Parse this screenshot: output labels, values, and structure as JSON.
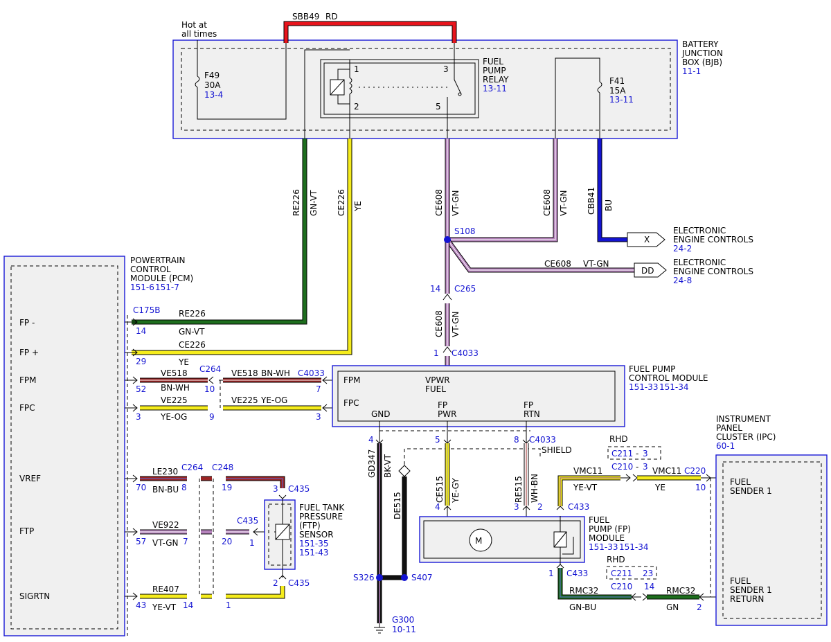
{
  "bjb": {
    "lines": [
      "BATTERY",
      "JUNCTION",
      "BOX (BJB)"
    ],
    "ref": "11-1"
  },
  "hot": {
    "lines": [
      "Hot at",
      "all times"
    ]
  },
  "f49": {
    "id": "F49",
    "rating": "30A",
    "ref": "13-4"
  },
  "f41": {
    "id": "F41",
    "rating": "15A",
    "ref": "13-11"
  },
  "relay": {
    "lines": [
      "FUEL",
      "PUMP",
      "RELAY"
    ],
    "ref": "13-11",
    "pins": [
      "1",
      "2",
      "3",
      "5"
    ]
  },
  "sbb49": {
    "circuit": "SBB49",
    "color": "RD"
  },
  "wires": {
    "re226": {
      "circuit": "RE226",
      "color": "GN-VT"
    },
    "ce226": {
      "circuit": "CE226",
      "color": "YE"
    },
    "ce608a": {
      "circuit": "CE608",
      "color": "VT-GN"
    },
    "ce608b": {
      "circuit": "CE608",
      "color": "VT-GN"
    },
    "cbb41": {
      "circuit": "CBB41",
      "color": "BU"
    },
    "ce608_dd": {
      "circuit": "CE608",
      "color": "VT-GN"
    },
    "ce608_c": {
      "circuit": "CE608",
      "color": "VT-GN"
    },
    "pcm_re226": {
      "circuit": "RE226",
      "color": "GN-VT"
    },
    "pcm_ce226": {
      "circuit": "CE226",
      "color": "YE"
    },
    "ve518a": {
      "circuit": "VE518",
      "color": "BN-WH"
    },
    "ve518b": {
      "circuit": "VE518",
      "color": "BN-WH"
    },
    "ve225a": {
      "circuit": "VE225",
      "color": "YE-OG"
    },
    "ve225b": {
      "circuit": "VE225",
      "color": "YE-OG"
    },
    "le230": {
      "circuit": "LE230",
      "color": "BN-BU"
    },
    "ve922": {
      "circuit": "VE922",
      "color": "VT-GN"
    },
    "re407": {
      "circuit": "RE407",
      "color": "YE-VT"
    },
    "gd347": {
      "circuit": "GD347",
      "color": "BK-VT"
    },
    "de515": {
      "circuit": "DE515"
    },
    "ce515": {
      "circuit": "CE515",
      "color": "YE-GY"
    },
    "re515": {
      "circuit": "RE515",
      "color": "WH-BN"
    },
    "vmc11a": {
      "circuit": "VMC11",
      "color": "YE-VT"
    },
    "vmc11b": {
      "circuit": "VMC11",
      "color": "YE"
    },
    "rmc32a": {
      "circuit": "RMC32",
      "color": "GN-BU"
    },
    "rmc32b": {
      "circuit": "RMC32",
      "color": "GN"
    }
  },
  "colors": {
    "red": "#e8141c",
    "green": "#1e6e1e",
    "yellow": "#f5ec1c",
    "violet": "#b683bd",
    "blue": "#1414d2",
    "brown": "#9a2424",
    "black": "#111111",
    "white": "#ffffff",
    "box": "#f0f0f0"
  },
  "splices": {
    "s108": "S108",
    "s326": "S326",
    "s407": "S407",
    "shield": "SHIELD"
  },
  "connectors": {
    "c265": {
      "id": "C265",
      "pin": "14"
    },
    "c4033_top": {
      "id": "C4033",
      "pin": "1"
    },
    "c175b": {
      "id": "C175B"
    },
    "pcm_pins": [
      "14",
      "29",
      "52",
      "3",
      "70",
      "57",
      "43"
    ],
    "c264_top": {
      "id": "C264",
      "pin": "10"
    },
    "c4033_fpm": {
      "id": "C4033",
      "pin": "7"
    },
    "pin_9": "9",
    "pin_3": "3",
    "c264_vref": {
      "id": "C264",
      "pin": "8"
    },
    "c248": {
      "id": "C248",
      "pin": "19"
    },
    "c435_top": {
      "id": "C435",
      "pin": "3"
    },
    "c435_mid": {
      "id": "C435",
      "pin": "1"
    },
    "pin_20": "20",
    "pin_7": "7",
    "c435_bot": {
      "id": "C435",
      "pin": "2"
    },
    "pin_14": "14",
    "pin_1": "1",
    "c4033_bot": {
      "id": "C4033",
      "pins": [
        "4",
        "5",
        "8"
      ]
    },
    "c433_top": {
      "id": "C433",
      "pins": [
        "4",
        "3",
        "2"
      ]
    },
    "c433_bot": {
      "id": "C433",
      "pin": "1"
    },
    "c220": {
      "id": "C220",
      "pin": "10"
    },
    "pin_2": "2"
  },
  "pcm": {
    "lines": [
      "POWERTRAIN",
      "CONTROL",
      "MODULE (PCM)"
    ],
    "refs": [
      "151-6",
      "151-7"
    ],
    "pins": [
      "FP -",
      "FP +",
      "FPM",
      "FPC",
      "VREF",
      "FTP",
      "SIGRTN"
    ]
  },
  "fpcm": {
    "lines": [
      "FUEL PUMP",
      "CONTROL MODULE"
    ],
    "refs": [
      "151-33",
      "151-34"
    ],
    "pins": {
      "fpm": "FPM",
      "fpc": "FPC",
      "vpwr": "VPWR",
      "fuel": "FUEL",
      "gnd": "GND",
      "fp_pwr_1": "FP",
      "fp_pwr_2": "PWR",
      "fp_rtn_1": "FP",
      "fp_rtn_2": "RTN"
    }
  },
  "ftp": {
    "lines": [
      "FUEL TANK",
      "PRESSURE",
      "(FTP)",
      "SENSOR"
    ],
    "refs": [
      "151-35",
      "151-43"
    ]
  },
  "fpmod": {
    "lines": [
      "FUEL",
      "PUMP (FP)",
      "MODULE"
    ],
    "refs": [
      "151-33",
      "151-34"
    ],
    "motor": "M"
  },
  "ipc": {
    "lines": [
      "INSTRUMENT",
      "PANEL",
      "CLUSTER (IPC)"
    ],
    "ref": "60-1",
    "pins": [
      "FUEL",
      "SENDER 1"
    ],
    "pins2": [
      "FUEL",
      "SENDER 1",
      "RETURN"
    ]
  },
  "rhd1": {
    "label": "RHD",
    "c211": "C211",
    "c211_pin": "3",
    "c210": "C210",
    "c210_pin": "3"
  },
  "rhd2": {
    "label": "RHD",
    "c211": "C211",
    "c211_pin": "23",
    "c210": "C210",
    "c210_pin": "14"
  },
  "offpage": {
    "x": {
      "id": "X",
      "lines": [
        "ELECTRONIC",
        "ENGINE CONTROLS"
      ],
      "ref": "24-2"
    },
    "dd": {
      "id": "DD",
      "lines": [
        "ELECTRONIC",
        "ENGINE CONTROLS"
      ],
      "ref": "24-8"
    }
  },
  "g300": {
    "id": "G300",
    "ref": "10-11"
  }
}
